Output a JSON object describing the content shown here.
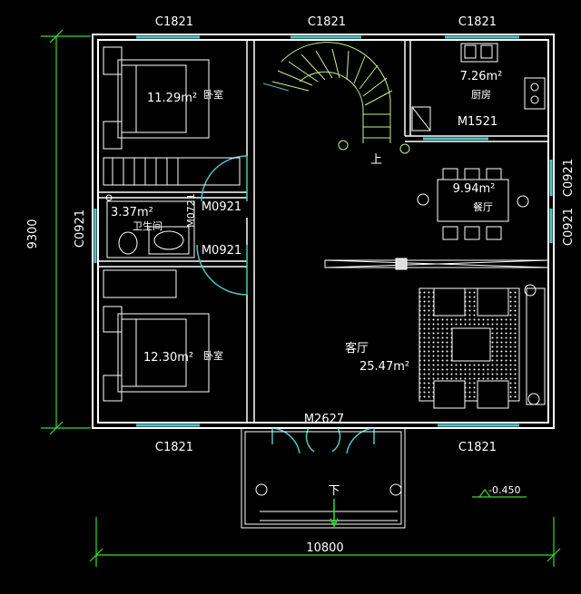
{
  "colors": {
    "background": "#000000",
    "wall": "#ffffff",
    "window": "#4fc6c6",
    "dimension": "#33dd33",
    "furniture": "#ffffff",
    "stair": "#c8f08c",
    "door": "#4fc6c6",
    "marker": "#33dd33"
  },
  "windows": {
    "top_left": "C1821",
    "top_middle": "C1821",
    "top_right": "C1821",
    "bottom_left": "C1821",
    "bottom_right": "C1821",
    "left_wall": "C0921",
    "right_upper": "C0921",
    "right_lower": "C0921"
  },
  "doors": {
    "bedroom_upper_door": "M0921",
    "bathroom_door": "M0921",
    "bathroom_side_door": "M0721",
    "kitchen_door": "M1521",
    "entrance_door": "M2627"
  },
  "rooms": {
    "bedroom_upper": {
      "area": "11.29m²",
      "name": "卧室"
    },
    "bathroom": {
      "area": "3.37m²",
      "name": "卫生间"
    },
    "bedroom_lower": {
      "area": "12.30m²",
      "name": "卧室"
    },
    "kitchen": {
      "area": "7.26m²",
      "name": "厨房"
    },
    "dining": {
      "area": "9.94m²",
      "name": "餐厅"
    },
    "living": {
      "area": "25.47m²",
      "name": "客厅"
    }
  },
  "stair_up": "上",
  "stair_down": "下",
  "dimensions": {
    "height": "9300",
    "width": "10800",
    "level": "-0.450"
  }
}
